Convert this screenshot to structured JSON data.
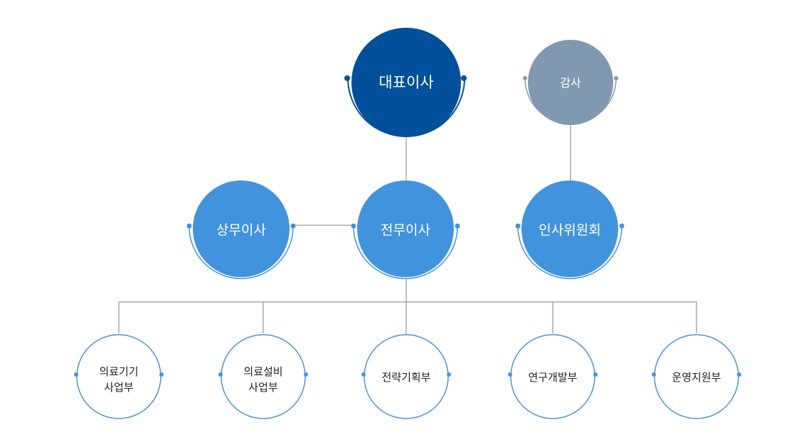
{
  "colors": {
    "ceo": "#02509b",
    "auditor": "#8099b1",
    "executive": "#4293dd",
    "department_border": "#4a92d6",
    "connector": "#7f7f7f",
    "label_light": "#ffffff",
    "label_dark": "#222222"
  },
  "nodes": {
    "ceo": {
      "label": "대표이사",
      "style": "ceo"
    },
    "auditor": {
      "label": "감사",
      "style": "auditor"
    },
    "managing_director": {
      "label": "상무이사",
      "style": "executive"
    },
    "senior_managing_director": {
      "label": "전무이사",
      "style": "executive"
    },
    "hr_committee": {
      "label": "인사위원회",
      "style": "executive"
    },
    "departments": [
      {
        "lines": [
          "의료기기",
          "사업부"
        ]
      },
      {
        "lines": [
          "의료설비",
          "사업부"
        ]
      },
      {
        "lines": [
          "전략기획부"
        ]
      },
      {
        "lines": [
          "연구개발부"
        ]
      },
      {
        "lines": [
          "운영지원부"
        ]
      }
    ]
  },
  "edges": [
    [
      "ceo",
      "senior_managing_director"
    ],
    [
      "auditor",
      "hr_committee"
    ],
    [
      "managing_director",
      "senior_managing_director"
    ],
    [
      "senior_managing_director",
      "departments"
    ]
  ]
}
